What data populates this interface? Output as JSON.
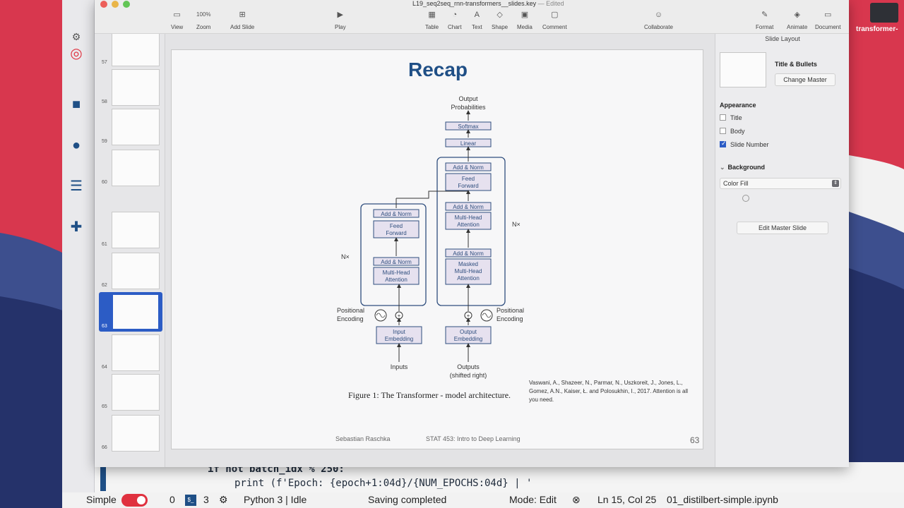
{
  "keynote": {
    "document_title": "L19_seq2seq_rnn-transformers__slides.key",
    "document_status": "— Edited",
    "toolbar": {
      "view": "View",
      "zoom_value": "100%",
      "zoom": "Zoom",
      "add_slide": "Add Slide",
      "play": "Play",
      "table": "Table",
      "chart": "Chart",
      "text": "Text",
      "shape": "Shape",
      "media": "Media",
      "comment": "Comment",
      "collaborate": "Collaborate",
      "format": "Format",
      "animate": "Animate",
      "document": "Document"
    },
    "navigator": {
      "slide_numbers": [
        "57",
        "58",
        "59",
        "60",
        "61",
        "62",
        "63",
        "64",
        "65",
        "66"
      ],
      "selected_slide": "63"
    },
    "slide": {
      "title": "Recap",
      "diagram": {
        "output_probabilities_1": "Output",
        "output_probabilities_2": "Probabilities",
        "softmax": "Softmax",
        "linear": "Linear",
        "add_norm": "Add & Norm",
        "feed_forward_1": "Feed",
        "feed_forward_2": "Forward",
        "multi_head_1": "Multi-Head",
        "multi_head_2": "Attention",
        "masked": "Masked",
        "nx": "N×",
        "positional_1": "Positional",
        "positional_2": "Encoding",
        "input_embedding_1": "Input",
        "output_embedding_1": "Output",
        "embedding_2": "Embedding",
        "inputs": "Inputs",
        "outputs_1": "Outputs",
        "outputs_2": "(shifted right)"
      },
      "figure_caption": "Figure 1: The Transformer - model architecture.",
      "citation": "Vaswani, A., Shazeer, N., Parmar, N., Uszkoreit, J., Jones, L., Gomez, A.N., Kaiser, Ł. and Polosukhin, I., 2017. Attention is all you need.",
      "footer_author": "Sebastian Raschka",
      "footer_course": "STAT 453: Intro to Deep Learning",
      "slide_number": "63"
    },
    "inspector": {
      "panel_title": "Slide Layout",
      "layout_name": "Title & Bullets",
      "change_master": "Change Master",
      "appearance": "Appearance",
      "title_option": "Title",
      "body_option": "Body",
      "slide_number_option": "Slide Number",
      "background": "Background",
      "fill_type": "Color Fill",
      "edit_master": "Edit Master Slide"
    }
  },
  "editor": {
    "line1": "if not batch_idx % 250:",
    "line2": "print (f'Epoch: {epoch+1:04d}/{NUM_EPOCHS:04d} | '"
  },
  "statusbar": {
    "mode_label": "Simple",
    "count_a": "0",
    "count_b": "3",
    "kernel": "Python 3 | Idle",
    "save_status": "Saving completed",
    "edit_mode": "Mode: Edit",
    "cursor": "Ln 15, Col 25",
    "filename": "01_distilbert-simple.ipynb"
  },
  "desktop": {
    "space_label": "transformer-"
  },
  "colors": {
    "accent": "#2c5cc5",
    "slide_title": "#1f4f86",
    "toggle": "#e0313f"
  }
}
